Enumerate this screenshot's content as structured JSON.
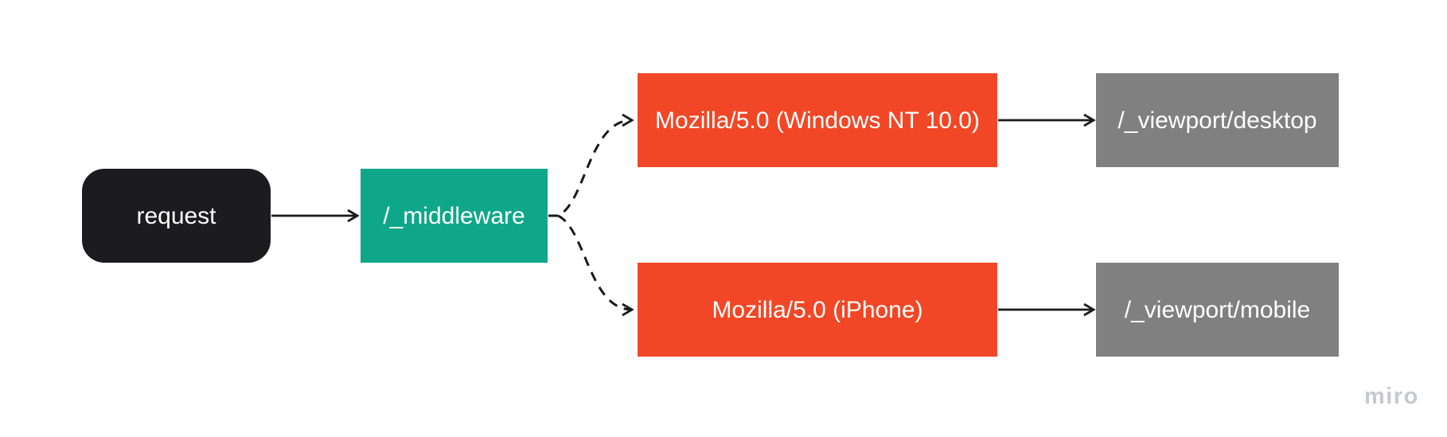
{
  "board": {
    "background": "#ffffff",
    "connector_color": "#1a1a1a"
  },
  "nodes": {
    "request": {
      "label": "request",
      "color": "#1c1c1e",
      "text_color": "#ffffff",
      "shape": "rounded-rectangle"
    },
    "middleware": {
      "label": "/_middleware",
      "color": "#0fa78a",
      "text_color": "#ffffff",
      "shape": "rectangle"
    },
    "ua_desktop": {
      "label": "Mozilla/5.0 (Windows NT 10.0)",
      "color": "#f24726",
      "text_color": "#ffffff",
      "shape": "rectangle"
    },
    "viewport_desktop": {
      "label": "/_viewport/desktop",
      "color": "#808080",
      "text_color": "#ffffff",
      "shape": "rectangle"
    },
    "ua_mobile": {
      "label": "Mozilla/5.0 (iPhone)",
      "color": "#f24726",
      "text_color": "#ffffff",
      "shape": "rectangle"
    },
    "viewport_mobile": {
      "label": "/_viewport/mobile",
      "color": "#808080",
      "text_color": "#ffffff",
      "shape": "rectangle"
    }
  },
  "edges": [
    {
      "from": "request",
      "to": "middleware",
      "style": "solid"
    },
    {
      "from": "middleware",
      "to": "ua_desktop",
      "style": "dashed"
    },
    {
      "from": "middleware",
      "to": "ua_mobile",
      "style": "dashed"
    },
    {
      "from": "ua_desktop",
      "to": "viewport_desktop",
      "style": "solid"
    },
    {
      "from": "ua_mobile",
      "to": "viewport_mobile",
      "style": "solid"
    }
  ],
  "watermark": {
    "label": "miro",
    "color": "#c6c9d0"
  }
}
